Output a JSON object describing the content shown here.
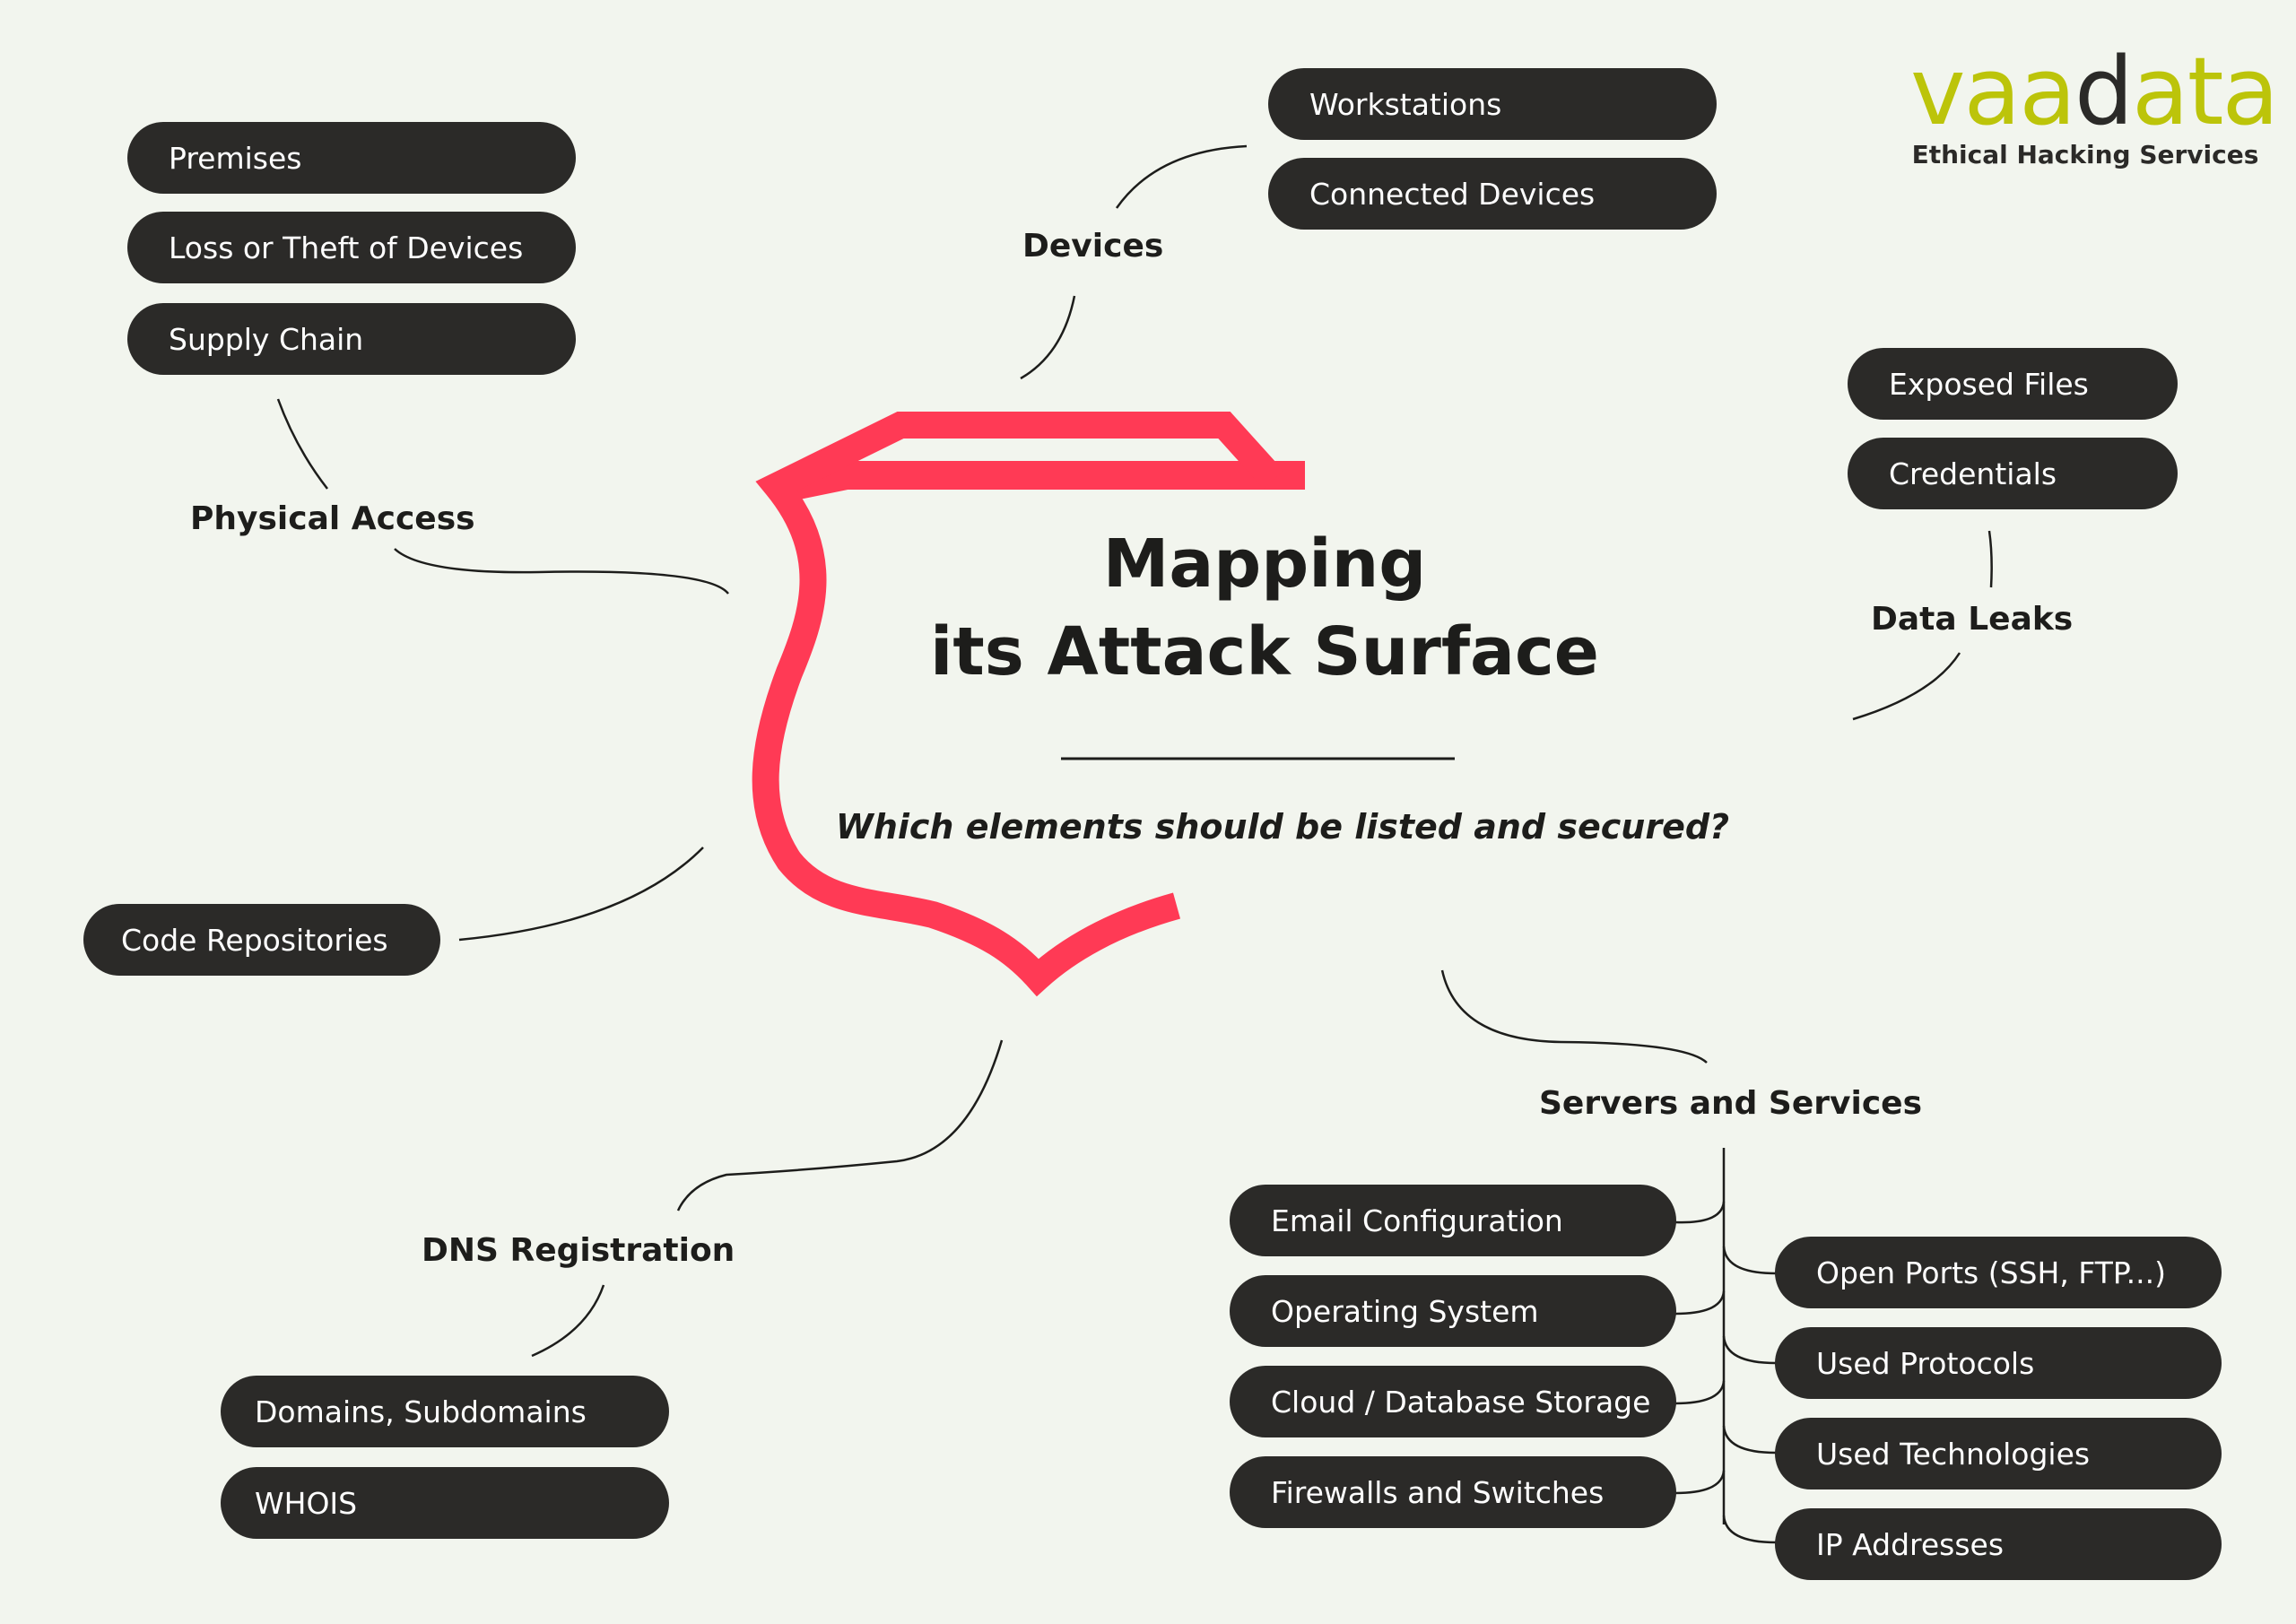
{
  "title": {
    "line1": "Mapping",
    "line2": "its Attack Surface"
  },
  "subtitle": "Which elements should be listed and secured?",
  "brand": {
    "logo_a": "vaa",
    "logo_d": "d",
    "logo_b": "ata",
    "tagline": "Ethical Hacking Services",
    "accent": "#bcc40a"
  },
  "colors": {
    "shield": "#ff3a55",
    "pill": "#2b2a28",
    "background": "#f2f5ee"
  },
  "branches": {
    "physical_access": {
      "label": "Physical Access",
      "items": [
        "Premises",
        "Loss or Theft of Devices",
        "Supply Chain"
      ]
    },
    "devices": {
      "label": "Devices",
      "items": [
        "Workstations",
        "Connected Devices"
      ]
    },
    "data_leaks": {
      "label": "Data Leaks",
      "items": [
        "Exposed Files",
        "Credentials"
      ]
    },
    "code_repositories": {
      "label": "Code Repositories"
    },
    "dns_registration": {
      "label": "DNS Registration",
      "items": [
        "Domains, Subdomains",
        "WHOIS"
      ]
    },
    "servers_services": {
      "label": "Servers and Services",
      "left_items": [
        "Email Configuration",
        "Operating System",
        "Cloud / Database Storage",
        "Firewalls and Switches"
      ],
      "right_items": [
        "Open Ports (SSH, FTP...)",
        "Used Protocols",
        "Used Technologies",
        "IP Addresses"
      ]
    }
  }
}
